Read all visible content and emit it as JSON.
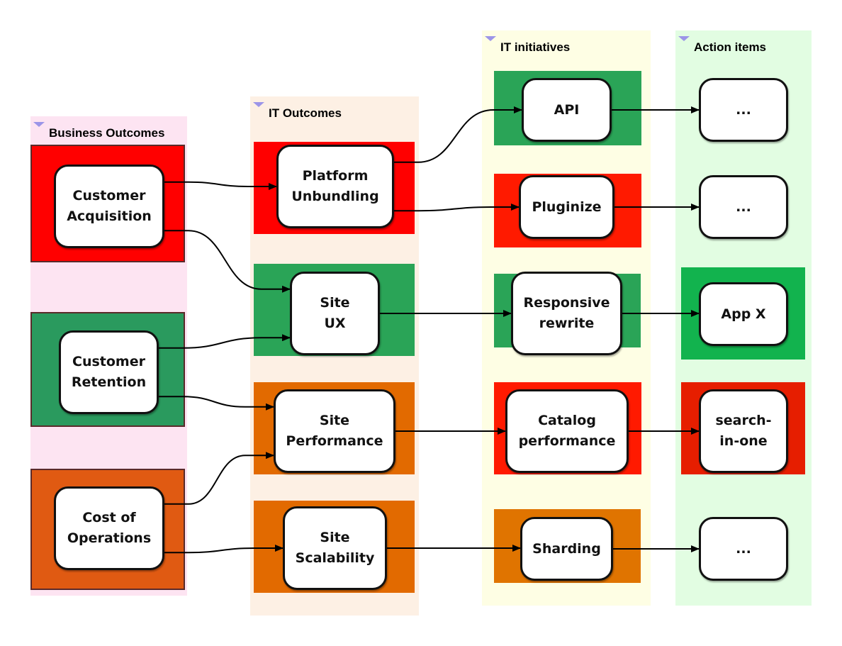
{
  "lanes": [
    {
      "id": "business",
      "title": "Business Outcomes",
      "color": "#fde4f2"
    },
    {
      "id": "it_outcomes",
      "title": "IT Outcomes",
      "color": "#fdf0e4"
    },
    {
      "id": "it_initiatives",
      "title": "IT initiatives",
      "color": "#fefee4"
    },
    {
      "id": "action_items",
      "title": "Action items",
      "color": "#e2fde2"
    }
  ],
  "status_colors": {
    "red": "#ff0000",
    "bright_red": "#ff1a00",
    "dark_red": "#e61e00",
    "green": "#2aa457",
    "dark_green": "#2a9a5e",
    "bright_green": "#12b34e",
    "orange": "#e26a00",
    "burnt_orange": "#e05a12",
    "amber": "#e07400"
  },
  "nodes": [
    {
      "id": "customer_acquisition",
      "lane": "business",
      "label": "Customer\nAcquisition",
      "status": "red"
    },
    {
      "id": "customer_retention",
      "lane": "business",
      "label": "Customer\nRetention",
      "status": "dark_green"
    },
    {
      "id": "cost_of_operations",
      "lane": "business",
      "label": "Cost of\nOperations",
      "status": "burnt_orange"
    },
    {
      "id": "platform_unbundling",
      "lane": "it_outcomes",
      "label": "Platform\nUnbundling",
      "status": "red"
    },
    {
      "id": "site_ux",
      "lane": "it_outcomes",
      "label": "Site\nUX",
      "status": "green"
    },
    {
      "id": "site_performance",
      "lane": "it_outcomes",
      "label": "Site\nPerformance",
      "status": "orange"
    },
    {
      "id": "site_scalability",
      "lane": "it_outcomes",
      "label": "Site\nScalability",
      "status": "orange"
    },
    {
      "id": "api",
      "lane": "it_initiatives",
      "label": "API",
      "status": "green"
    },
    {
      "id": "pluginize",
      "lane": "it_initiatives",
      "label": "Pluginize",
      "status": "bright_red"
    },
    {
      "id": "responsive_rewrite",
      "lane": "it_initiatives",
      "label": "Responsive\nrewrite",
      "status": "green"
    },
    {
      "id": "catalog_performance",
      "lane": "it_initiatives",
      "label": "Catalog\nperformance",
      "status": "bright_red"
    },
    {
      "id": "sharding",
      "lane": "it_initiatives",
      "label": "Sharding",
      "status": "amber"
    },
    {
      "id": "action_1",
      "lane": "action_items",
      "label": "...",
      "status": null
    },
    {
      "id": "action_2",
      "lane": "action_items",
      "label": "...",
      "status": null
    },
    {
      "id": "app_x",
      "lane": "action_items",
      "label": "App X",
      "status": "bright_green"
    },
    {
      "id": "search_in_one",
      "lane": "action_items",
      "label": "search-\nin-one",
      "status": "dark_red"
    },
    {
      "id": "action_5",
      "lane": "action_items",
      "label": "...",
      "status": null
    }
  ],
  "edges": [
    {
      "from": "customer_acquisition",
      "to": "platform_unbundling"
    },
    {
      "from": "customer_acquisition",
      "to": "site_ux"
    },
    {
      "from": "customer_retention",
      "to": "site_ux"
    },
    {
      "from": "customer_retention",
      "to": "site_performance"
    },
    {
      "from": "cost_of_operations",
      "to": "site_performance"
    },
    {
      "from": "cost_of_operations",
      "to": "site_scalability"
    },
    {
      "from": "platform_unbundling",
      "to": "api"
    },
    {
      "from": "platform_unbundling",
      "to": "pluginize"
    },
    {
      "from": "site_ux",
      "to": "responsive_rewrite"
    },
    {
      "from": "site_performance",
      "to": "catalog_performance"
    },
    {
      "from": "site_scalability",
      "to": "sharding"
    },
    {
      "from": "api",
      "to": "action_1"
    },
    {
      "from": "pluginize",
      "to": "action_2"
    },
    {
      "from": "responsive_rewrite",
      "to": "app_x"
    },
    {
      "from": "catalog_performance",
      "to": "search_in_one"
    },
    {
      "from": "sharding",
      "to": "action_5"
    }
  ]
}
